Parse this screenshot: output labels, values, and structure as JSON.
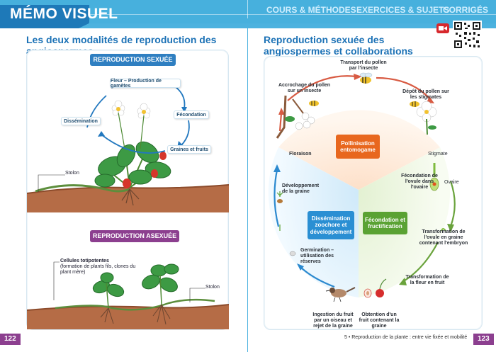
{
  "header": {
    "memo_title": "MÉMO VISUEL",
    "nav": [
      "COURS & MÉTHODES",
      "EXERCICES & SUJETS",
      "CORRIGÉS"
    ]
  },
  "left": {
    "title": "Les deux modalités de reproduction des angiospermes",
    "sexual_pill": "REPRODUCTION SEXUÉE",
    "asexual_pill": "REPRODUCTION ASEXUÉE",
    "labels": {
      "fleur": "Fleur – Production de gamètes",
      "fecondation": "Fécondation",
      "graines": "Graines et fruits",
      "dissemination": "Dissémination",
      "stolon_top": "Stolon",
      "stolon_bottom": "Stolon",
      "cellules_bold": "Cellules totipotentes",
      "cellules_rest": "(formation de plants fils, clones du plant mère)"
    }
  },
  "right": {
    "title": "Reproduction sexuée des angiospermes et collaborations avec les animaux",
    "center_boxes": {
      "pollinisation": "Pollinisation entomogame",
      "dissemination": "Dissémination zoochore et développement",
      "fecondation": "Fécondation et fructification"
    },
    "steps": {
      "transport": "Transport du pollen par l'insecte",
      "accrochage": "Accrochage du pollen sur un insecte",
      "depot": "Dépôt du pollen sur les stigmates",
      "floraison": "Floraison",
      "stigmate": "Stigmate",
      "fecondation_ovule": "Fécondation de l'ovule dans l'ovaire",
      "ovaire": "Ovaire",
      "developpement": "Développement de la graine",
      "transformation_ovule": "Transformation de l'ovule en graine contenant l'embryon",
      "germination": "Germination – utilisation des réserves",
      "transformation_fleur": "Transformation de la fleur en fruit",
      "ingestion": "Ingestion du fruit par un oiseau et rejet de la graine",
      "obtention": "Obtention d'un fruit contenant la graine"
    }
  },
  "footer": {
    "page_left": "122",
    "page_right": "123",
    "chapter": "5 • Reproduction de la plante : entre vie fixée et mobilité"
  },
  "colors": {
    "band": "#47b0dd",
    "memo": "#1e79b8",
    "sexual_pill": "#2f7fc1",
    "asexual_pill": "#8c3f8f",
    "orange_box": "#e8671e",
    "blue_box": "#2a8fd3",
    "green_box": "#5aa233",
    "footer": "#8c3f8f"
  },
  "icons": [
    "video-icon",
    "qr-code-icon",
    "bee-icon",
    "flower-icon",
    "bird-icon",
    "cherry-icon",
    "seed-icon",
    "strawberry-plant",
    "runner-plants"
  ]
}
